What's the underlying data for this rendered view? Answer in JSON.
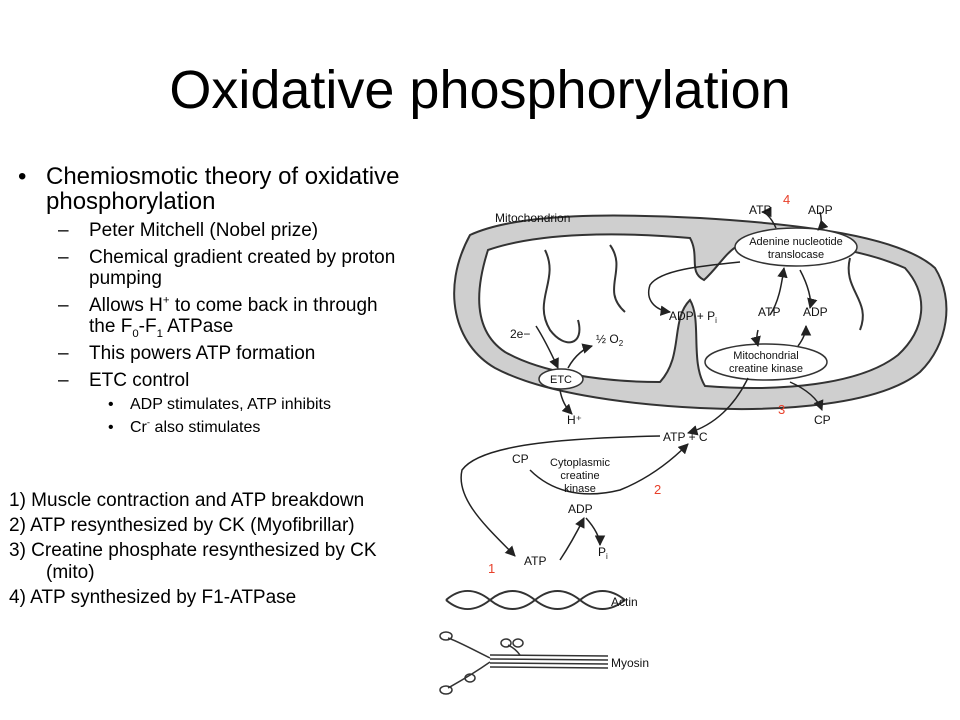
{
  "title": "Oxidative phosphorylation",
  "bullets": {
    "main": "Chemiosmotic theory of oxidative phosphorylation",
    "sub1": "Peter Mitchell (Nobel prize)",
    "sub2": "Chemical gradient created by proton pumping",
    "sub3_pre": "Allows H",
    "sub3_sup": "+",
    "sub3_mid": " to come back in through the F",
    "sub3_sub0": "0",
    "sub3_dash": "-F",
    "sub3_sub1": "1",
    "sub3_post": " ATPase",
    "sub4": "This powers ATP formation",
    "sub5": "ETC control",
    "subsub1": "ADP stimulates, ATP inhibits",
    "subsub2_pre": "Cr",
    "subsub2_sup": "-",
    "subsub2_post": " also stimulates"
  },
  "numbered": [
    "1) Muscle contraction and ATP breakdown",
    "2) ATP resynthesized by CK (Myofibrillar)",
    "3) Creatine phosphate resynthesized by CK (mito)",
    "4) ATP synthesized by F1-ATPase"
  ],
  "figure": {
    "mitochondrion": "Mitochondrion",
    "atp": "ATP",
    "adp": "ADP",
    "translocase_1": "Adenine nucleotide",
    "translocase_2": "translocase",
    "adp_pi": "ADP + P",
    "pi_sub": "i",
    "two_e": "2e−",
    "o2_half": "½ O",
    "o2_sub": "2",
    "etc": "ETC",
    "h_plus": "H⁺",
    "mito_ck_1": "Mitochondrial",
    "mito_ck_2": "creatine kinase",
    "cp": "CP",
    "atp_c": "ATP + C",
    "cyto_1": "Cytoplasmic",
    "cyto_2": "creatine",
    "cyto_3": "kinase",
    "pi": "P",
    "actin": "Actin",
    "myosin": "Myosin"
  },
  "step_numbers": [
    "1",
    "2",
    "3",
    "4"
  ],
  "colors": {
    "step_number": "#e8402a",
    "mito_fill": "#cfcfcf"
  }
}
